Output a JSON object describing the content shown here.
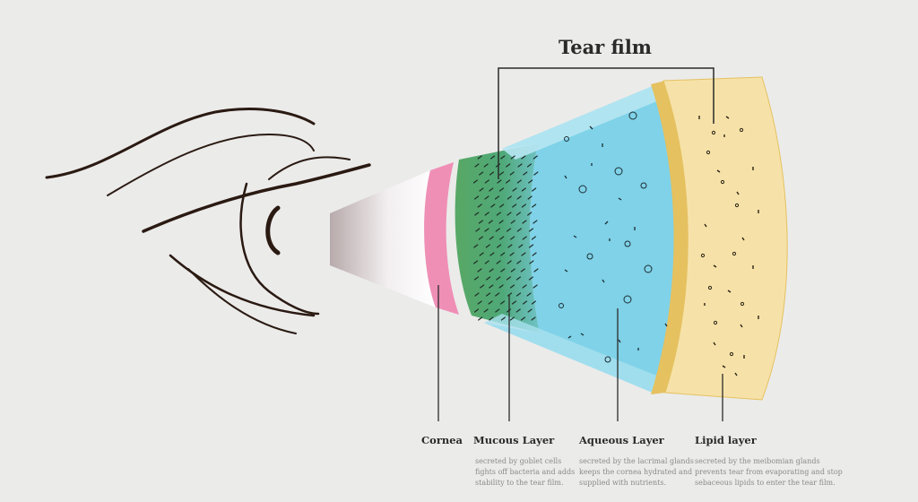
{
  "title": "Tear film",
  "colors": {
    "background": "#ebebea",
    "cornea": "#ef8fb6",
    "mucous": "#5cad68",
    "aqueous": "#7fd2e8",
    "lipid": "#f6e2a8",
    "lipid_edge": "#e5c160",
    "line": "#2a2a2a"
  },
  "labels": {
    "cornea": "Cornea",
    "mucous": "Mucous Layer",
    "aqueous": "Aqueous Layer",
    "lipid": "Lipid layer"
  },
  "descriptions": {
    "mucous": [
      "secreted by goblet cells",
      "fights off bacteria and adds",
      "stability to the tear film."
    ],
    "aqueous": [
      "secreted by the lacrimal glands",
      "keeps the cornea hydrated and",
      "supplied with nutrients."
    ],
    "lipid": [
      "secreted by the meibomian glands",
      "prevents tear from evaporating and stop",
      "sebaceous lipids to enter the tear film."
    ]
  }
}
